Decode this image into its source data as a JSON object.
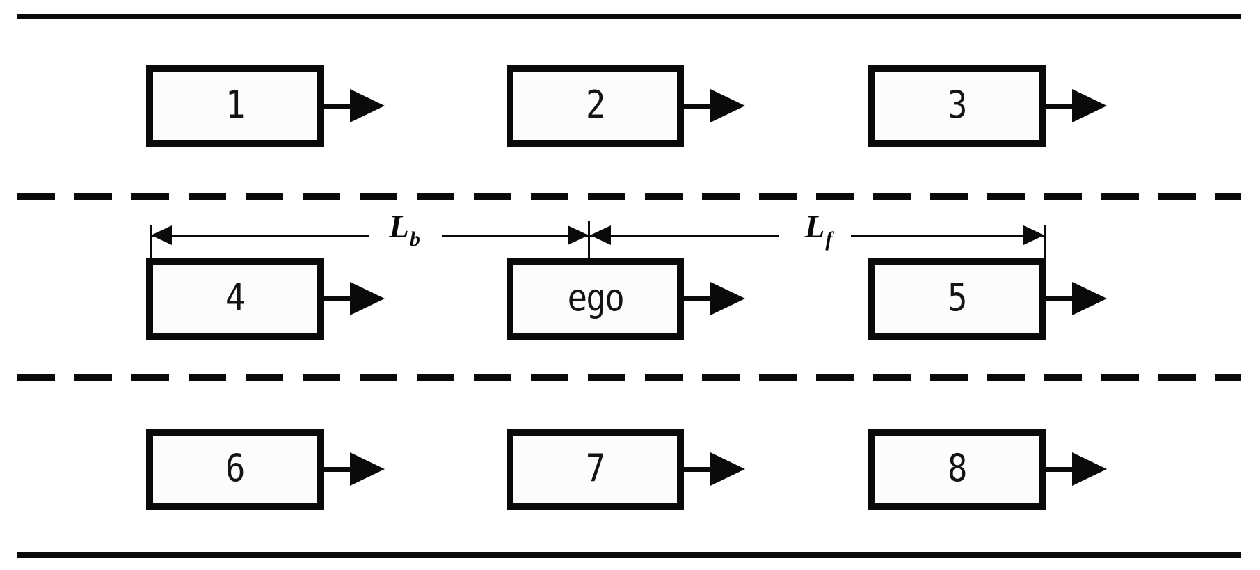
{
  "road": {
    "lane_count": 3,
    "line_color": "#0a0a0a",
    "background_color": "#ffffff",
    "vehicle_fill_color": "#fcfcfc",
    "top_boundary_style": "solid",
    "bottom_boundary_style": "solid",
    "divider_style": "dashed",
    "travel_direction": "right"
  },
  "lanes": [
    {
      "vehicles": [
        {
          "label": "1"
        },
        {
          "label": "2"
        },
        {
          "label": "3"
        }
      ]
    },
    {
      "vehicles": [
        {
          "label": "4"
        },
        {
          "label": "ego"
        },
        {
          "label": "5"
        }
      ]
    },
    {
      "vehicles": [
        {
          "label": "6"
        },
        {
          "label": "7"
        },
        {
          "label": "8"
        }
      ]
    }
  ],
  "measurements": {
    "back_gap": {
      "symbol": "L",
      "subscript": "b"
    },
    "front_gap": {
      "symbol": "L",
      "subscript": "f"
    }
  }
}
